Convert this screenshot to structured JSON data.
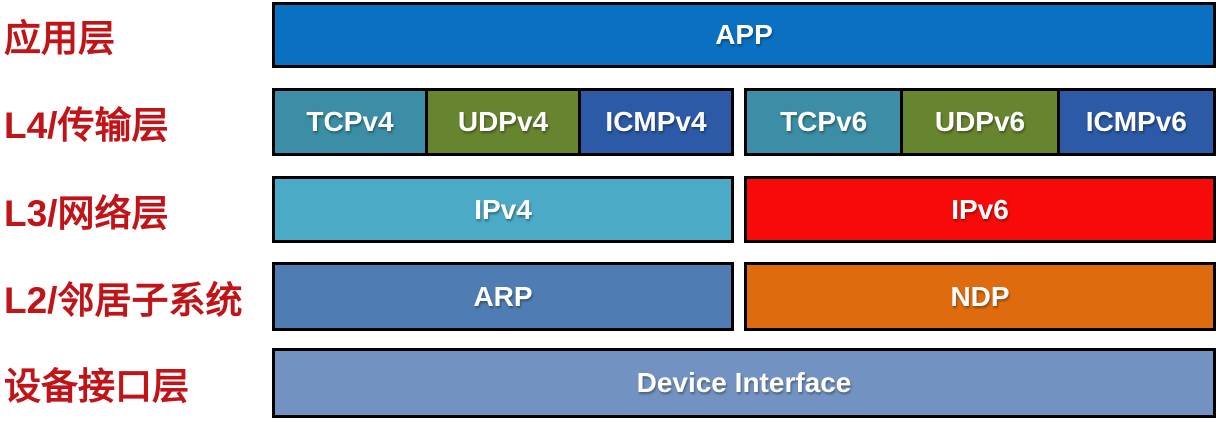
{
  "diagram": {
    "label_color": "#C01418",
    "box_border_color": "#000000",
    "box_text_color": "#FFFFFF",
    "rows": [
      {
        "label": "应用层",
        "boxes": [
          {
            "text": "APP",
            "bg": "#0A70C2"
          }
        ]
      },
      {
        "label": "L4/传输层",
        "boxes": [
          {
            "text": "TCPv4",
            "bg": "#3B8EA5"
          },
          {
            "text": "UDPv4",
            "bg": "#67842F"
          },
          {
            "text": "ICMPv4",
            "bg": "#2C5AA6"
          },
          {
            "text": "TCPv6",
            "bg": "#3B8EA5"
          },
          {
            "text": "UDPv6",
            "bg": "#67842F"
          },
          {
            "text": "ICMPv6",
            "bg": "#2C5AA6"
          }
        ]
      },
      {
        "label": "L3/网络层",
        "boxes": [
          {
            "text": "IPv4",
            "bg": "#4BAAC6"
          },
          {
            "text": "IPv6",
            "bg": "#F90A0A"
          }
        ]
      },
      {
        "label": "L2/邻居子系统",
        "boxes": [
          {
            "text": "ARP",
            "bg": "#4F7DB3"
          },
          {
            "text": "NDP",
            "bg": "#DE6C0F"
          }
        ]
      },
      {
        "label": "设备接口层",
        "boxes": [
          {
            "text": "Device Interface",
            "bg": "#7293C2"
          }
        ]
      }
    ]
  }
}
